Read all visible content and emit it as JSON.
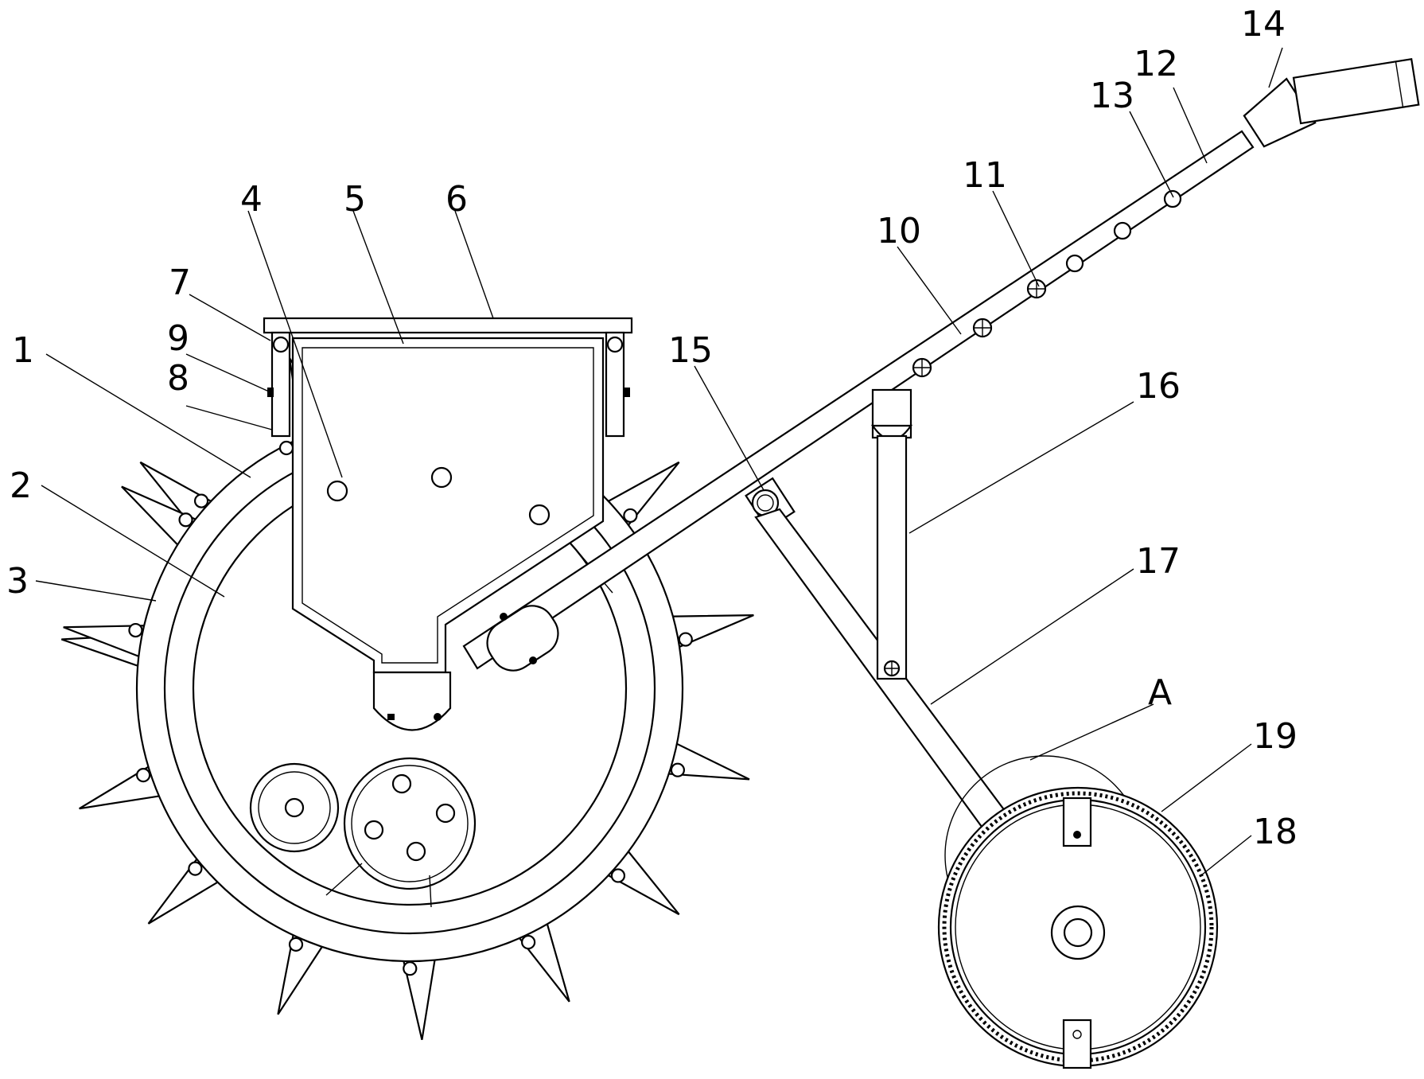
{
  "labels": {
    "l1": "1",
    "l2": "2",
    "l3": "3",
    "l4": "4",
    "l5": "5",
    "l6": "6",
    "l7": "7",
    "l8": "8",
    "l9": "9",
    "l10": "10",
    "l11": "11",
    "l12": "12",
    "l13": "13",
    "l14": "14",
    "l15": "15",
    "l16": "16",
    "l17": "17",
    "l18": "18",
    "l19": "19",
    "lA": "A"
  }
}
